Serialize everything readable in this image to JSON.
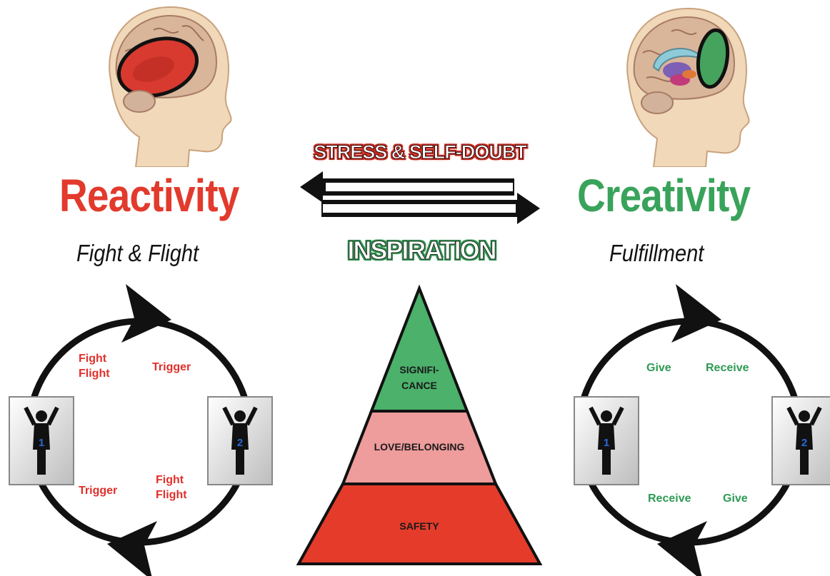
{
  "left": {
    "title": "Reactivity",
    "subtitle": "Fight & Flight",
    "cycle": {
      "top_left": [
        "Fight",
        "Flight"
      ],
      "top_right": "Trigger",
      "bottom_left": "Trigger",
      "bottom_right": [
        "Fight",
        "Flight"
      ],
      "figure_left": "1",
      "figure_right": "2"
    },
    "color": "#e23a2c"
  },
  "right": {
    "title": "Creativity",
    "subtitle": "Fulfillment",
    "cycle": {
      "top_left": "Give",
      "top_right": "Receive",
      "bottom_left": "Receive",
      "bottom_right": "Give",
      "figure_left": "1",
      "figure_right": "2"
    },
    "color": "#39a35b"
  },
  "arrows": {
    "top_label": "STRESS & SELF-DOUBT",
    "bottom_label": "INSPIRATION"
  },
  "pyramid": {
    "levels": [
      {
        "label": "SIGNIFI-\nCANCE",
        "color": "#4bb16b"
      },
      {
        "label": "LOVE/BELONGING",
        "color": "#ee9c9c"
      },
      {
        "label": "SAFETY",
        "color": "#e53b2a"
      }
    ]
  }
}
